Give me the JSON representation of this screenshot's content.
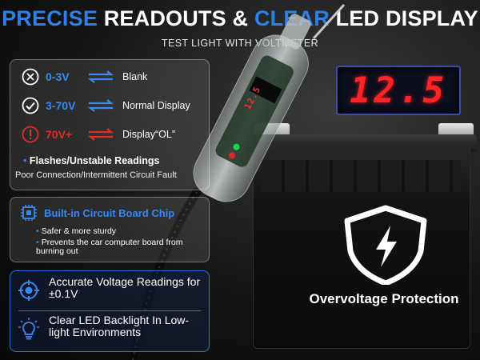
{
  "header": {
    "title_word1": "PRECISE",
    "title_mid": " READOUTS & ",
    "title_word2": "CLEAR",
    "title_end": " LED DISPLAY",
    "subtitle": "TEST LIGHT WITH VOLTMETER"
  },
  "colors": {
    "accent_blue": "#2f7fe6",
    "warning_red": "#e42b2b",
    "led_red": "#ff2323"
  },
  "ranges": [
    {
      "icon": "x-circle-icon",
      "range": "0-3V",
      "range_color": "#3b88ee",
      "arrow": "blue",
      "desc": "Blank"
    },
    {
      "icon": "check-circle-icon",
      "range": "3-70V",
      "range_color": "#3b88ee",
      "arrow": "blue",
      "desc": "Normal Display"
    },
    {
      "icon": "exclamation-circle-icon",
      "range": "70V+",
      "range_color": "#e42b2b",
      "arrow": "red",
      "desc": "Display“OL”"
    }
  ],
  "flashes": {
    "bullet": "•",
    "title": "Flashes/Unstable Readings",
    "desc": "Poor Connection/Intermittent Circuit Fault"
  },
  "chip": {
    "icon": "chip-icon",
    "title": "Built-in Circuit Board Chip",
    "bullets": [
      "Safer & more sturdy",
      "Prevents the car computer board from burning out"
    ]
  },
  "features": [
    {
      "icon": "target-icon",
      "text": "Accurate Voltage Readings for ±0.1V"
    },
    {
      "icon": "lightbulb-icon",
      "text": "Clear LED Backlight In Low-light Environments"
    }
  ],
  "led_display": {
    "reading": "12.5"
  },
  "probe_display": {
    "reading": "12.5"
  },
  "protection": {
    "icon": "lightning-shield-icon",
    "label": "Overvoltage Protection"
  }
}
